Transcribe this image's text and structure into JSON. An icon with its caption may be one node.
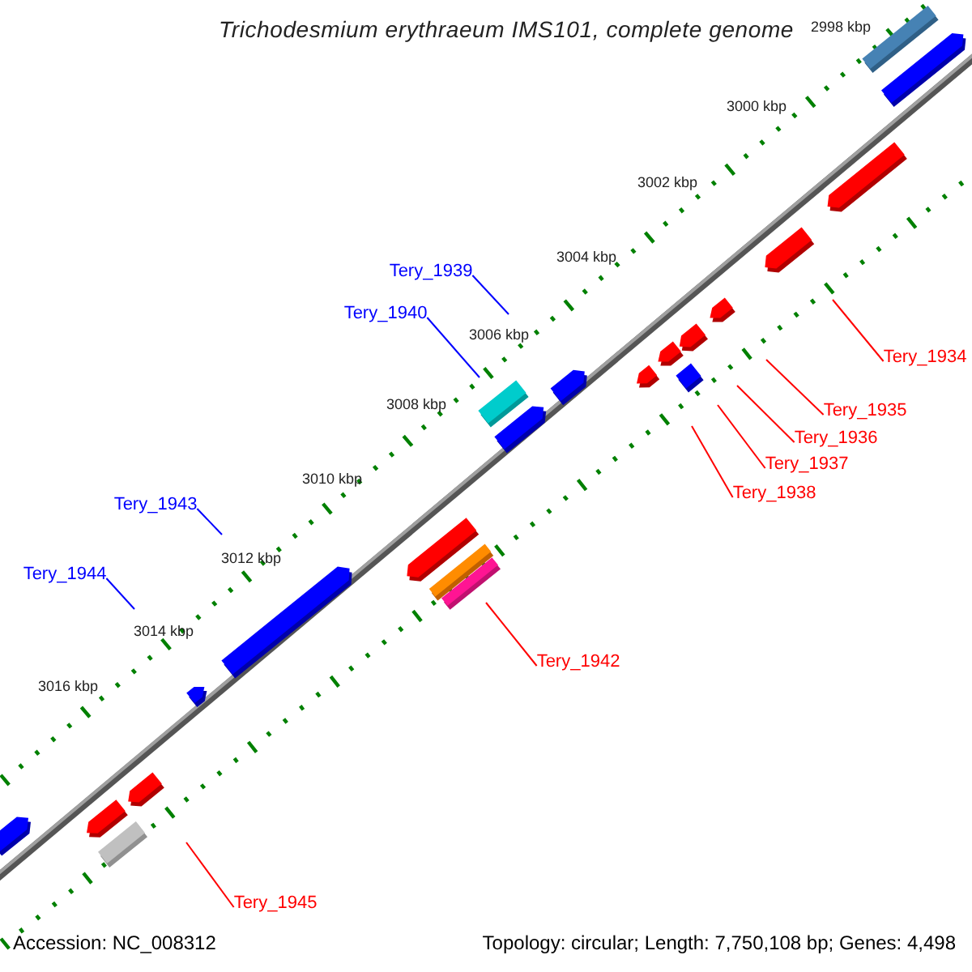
{
  "diagram": {
    "title": "Trichodesmium erythraeum IMS101, complete genome",
    "nodes": [
      {
        "text": [
          "Tery_1939"
        ]
      },
      {
        "text": [
          "Tery_1940"
        ]
      },
      {
        "text": [
          "Tery_1934"
        ]
      },
      {
        "text": [
          "Tery_1935"
        ]
      },
      {
        "text": [
          "Tery_1936"
        ]
      },
      {
        "text": [
          "Tery_1937"
        ]
      },
      {
        "text": [
          "Tery_1938"
        ]
      },
      {
        "text": [
          "Tery_1943"
        ]
      },
      {
        "text": [
          "Tery_1944"
        ]
      },
      {
        "text": [
          "Tery_1942"
        ]
      },
      {
        "text": [
          "Tery_1945"
        ]
      }
    ],
    "edges": [
      {
        "from": 0,
        "to": null,
        "arrow": "none",
        "color": "#0000ff"
      },
      {
        "from": 1,
        "to": null,
        "arrow": "none",
        "color": "#0000ff"
      },
      {
        "from": 2,
        "to": null,
        "arrow": "none"
      },
      {
        "from": 3,
        "to": null,
        "arrow": "none"
      },
      {
        "from": 4,
        "to": null,
        "arrow": "none"
      },
      {
        "from": 5,
        "to": null,
        "arrow": "none"
      },
      {
        "from": 6,
        "to": null,
        "arrow": "none"
      },
      {
        "from": 7,
        "to": null,
        "arrow": "none",
        "color": "#0000ff"
      },
      {
        "from": 8,
        "to": null,
        "arrow": "none",
        "color": "#0000ff"
      },
      {
        "from": 9,
        "to": null,
        "arrow": "none"
      },
      {
        "from": 10,
        "to": null,
        "arrow": "none"
      }
    ],
    "labels": [
      "2998 kbp",
      "3000 kbp",
      "3002 kbp",
      "3004 kbp",
      "3006 kbp",
      "3008 kbp",
      "3010 kbp",
      "3012 kbp",
      "3014 kbp",
      "3016 kbp",
      "Accession: NC_008312",
      "Topology: circular; Length: 7,750,108 bp; Genes: 4,498"
    ]
  }
}
